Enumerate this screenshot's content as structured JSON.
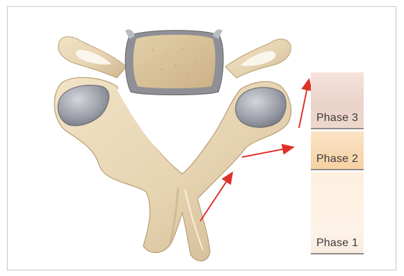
{
  "phases": [
    {
      "label": "Phase 3"
    },
    {
      "label": "Phase 2"
    },
    {
      "label": "Phase 1"
    }
  ],
  "colors": {
    "bone": "#e9d8b8",
    "bone_shadow": "#c9b38c",
    "cartilage": "#9a9da5",
    "arrow": "#e0302a",
    "phase3": "#ecd6cb",
    "phase2": "#f7d2a4",
    "phase1": "#fdf1e2"
  }
}
